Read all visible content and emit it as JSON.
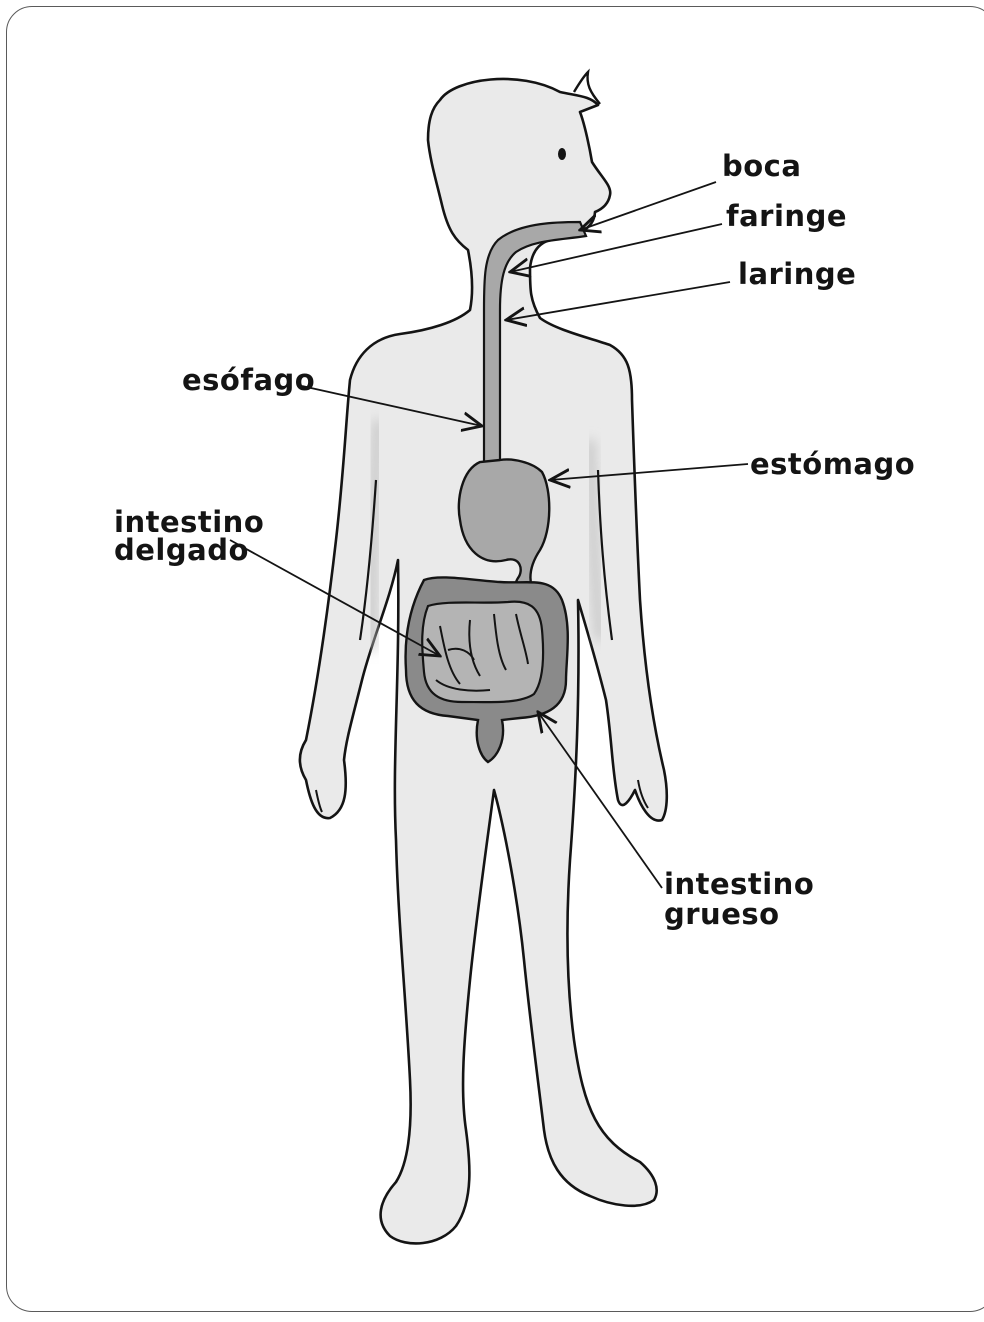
{
  "diagram": {
    "labels": {
      "boca": "boca",
      "faringe": "faringe",
      "laringe": "laringe",
      "esofago": "esófago",
      "estomago": "estómago",
      "intestino_delgado_line1": "intestino",
      "intestino_delgado_line2": "delgado",
      "intestino_grueso_line1": "intestino",
      "intestino_grueso_line2": "grueso"
    },
    "colors": {
      "body_fill": "#eaeaea",
      "outline": "#141414",
      "organ_fill": "#a8a8a8",
      "organ_dark": "#8a8a8a"
    }
  }
}
